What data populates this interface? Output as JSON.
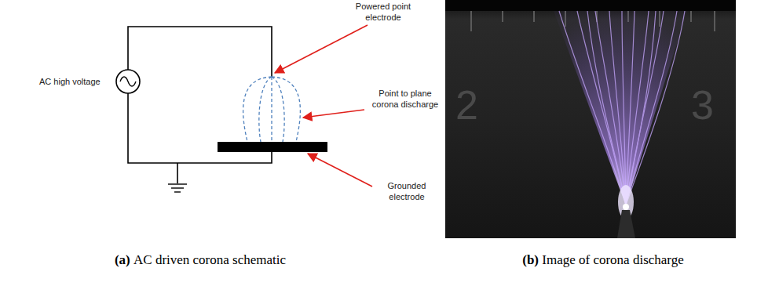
{
  "diagram": {
    "labels": [
      "Powered point electrode",
      "Point to plane corona discharge",
      "AC high voltage",
      "Grounded electrode",
      "(a)",
      "AC driven corona schematic",
      "(b)",
      "Image of corona discharge",
      "2",
      "3"
    ]
  }
}
